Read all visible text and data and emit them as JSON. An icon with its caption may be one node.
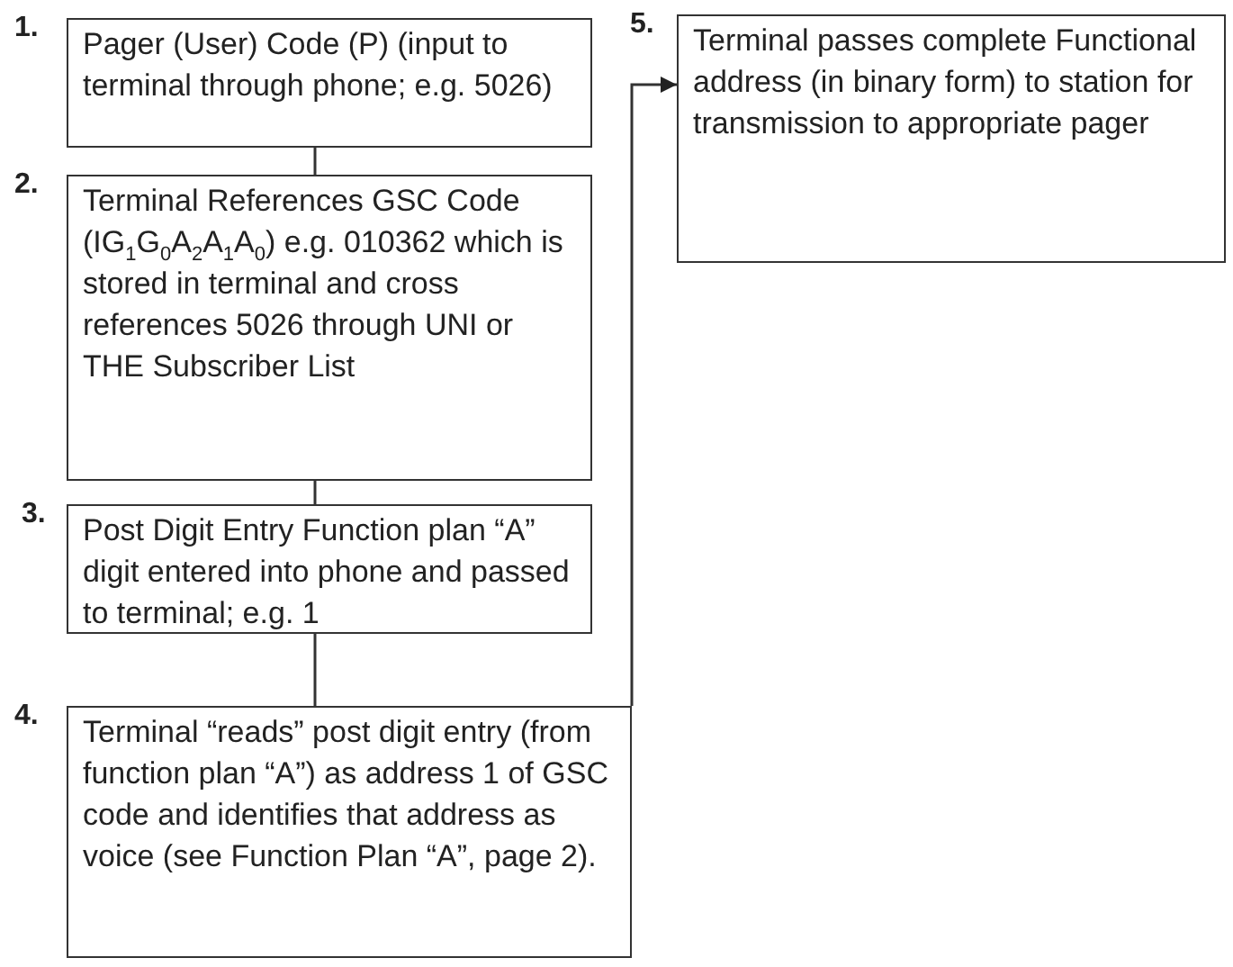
{
  "diagram": {
    "nodes": [
      {
        "text": [
          "Pager (User) Code (P) (input to terminal through phone; e.g. 5026)"
        ],
        "beside": [
          "1."
        ]
      },
      {
        "text": [
          "Terminal References GSC Code (IG$_{1}$G$_{0}$A$_{2}$A$_{1}$A$_{0}$) e.g. 010362 which is stored in terminal and cross references 5026 through UNI or THE Subscriber List"
        ],
        "beside": [
          "2."
        ]
      },
      {
        "text": [
          "Post Digit Entry Function plan “A” digit entered into phone and passed to terminal; e.g. 1"
        ],
        "beside": [
          "3."
        ]
      },
      {
        "text": [
          "Terminal “reads” post digit entry (from function plan “A”) as address 1 of GSC code and identifies that address as voice (see Function Plan “A”, page 2)."
        ],
        "beside": [
          "4."
        ]
      },
      {
        "text": [
          "Terminal passes complete Functional address (in binary form) to station for transmission to appropriate pager"
        ],
        "beside": [
          "5."
        ]
      }
    ],
    "edges": [
      {
        "from": 0,
        "to": 1,
        "arrow": "none"
      },
      {
        "from": 1,
        "to": 2,
        "arrow": "none"
      },
      {
        "from": 2,
        "to": 3,
        "arrow": "none"
      },
      {
        "from": 3,
        "to": 4,
        "arrow": "to"
      }
    ]
  }
}
